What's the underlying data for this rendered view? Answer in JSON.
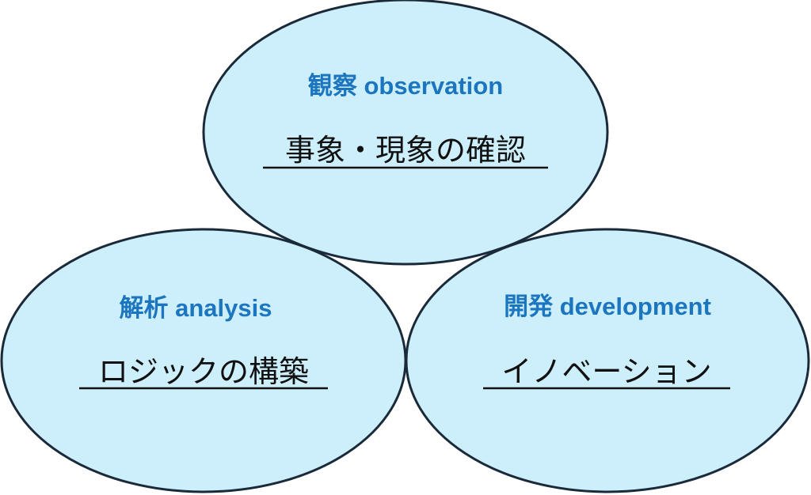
{
  "colors": {
    "fill": "#cdeefb",
    "stroke": "#1b2a3a",
    "accent": "#1b75bf"
  },
  "nodes": [
    {
      "title": "観察 observation",
      "subtitle": "事象・現象の確認"
    },
    {
      "title": "解析 analysis",
      "subtitle": "ロジックの構築"
    },
    {
      "title": "開発 development",
      "subtitle": "イノベーション"
    }
  ]
}
